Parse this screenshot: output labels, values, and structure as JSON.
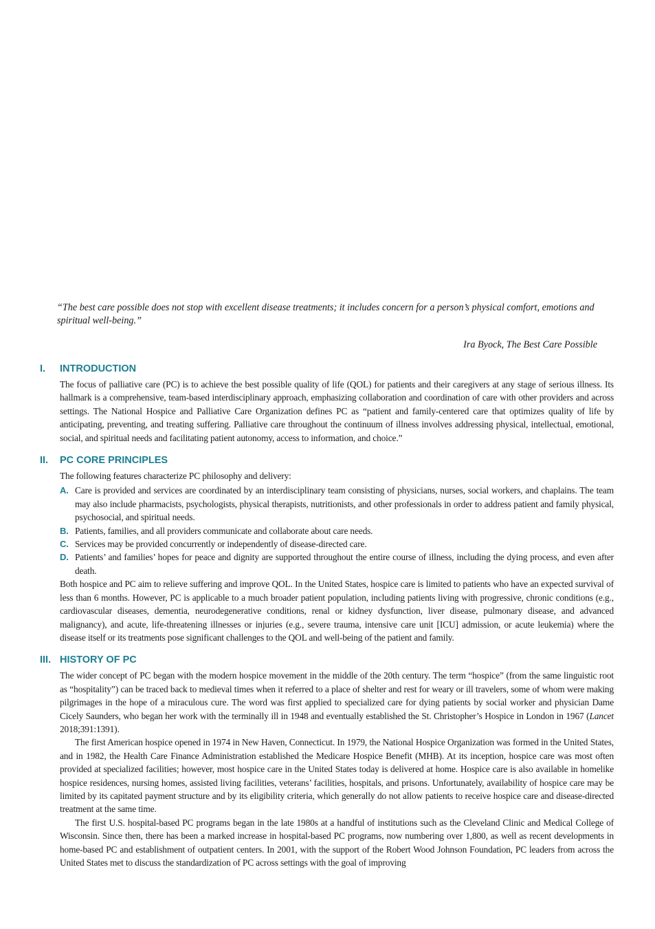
{
  "epigraph": {
    "quote": "“The best care possible does not stop with excellent disease treatments; it includes concern for a person’s physical comfort, emotions and spiritual well-being.”",
    "attribution": "Ira Byock, The Best Care Possible"
  },
  "sections": [
    {
      "number": "I.",
      "title": "INTRODUCTION",
      "paragraphs": [
        "The focus of palliative care (PC) is to achieve the best possible quality of life (QOL) for patients and their caregivers at any stage of serious illness. Its hallmark is a comprehensive, team-based interdisciplinary approach, emphasizing collaboration and coordination of care with other providers and across settings. The National Hospice and Palliative Care Organization defines PC as “patient and family-centered care that optimizes quality of life by anticipating, preventing, and treating suffering. Palliative care throughout the continuum of illness involves addressing physical, intellectual, emotional, social, and spiritual needs and facilitating patient autonomy, access to information, and choice.”"
      ]
    },
    {
      "number": "II.",
      "title": "PC CORE PRINCIPLES",
      "intro": "The following features characterize PC philosophy and delivery:",
      "items": [
        {
          "letter": "A.",
          "text": "Care is provided and services are coordinated by an interdisciplinary team consisting of physicians, nurses, social workers, and chaplains. The team may also include pharmacists, psychologists, physical therapists, nutritionists, and other professionals in order to address patient and family physical, psychosocial, and spiritual needs."
        },
        {
          "letter": "B.",
          "text": "Patients, families, and all providers communicate and collaborate about care needs."
        },
        {
          "letter": "C.",
          "text": "Services may be provided concurrently or independently of disease-directed care."
        },
        {
          "letter": "D.",
          "text": "Patients’ and families’ hopes for peace and dignity are supported throughout the entire course of illness, including the dying process, and even after death."
        }
      ],
      "closing": "Both hospice and PC aim to relieve suffering and improve QOL. In the United States, hospice care is limited to patients who have an expected survival of less than 6 months. However, PC is applicable to a much broader patient population, including patients living with progressive, chronic conditions (e.g., cardiovascular diseases, dementia, neurodegenerative conditions, renal or kidney dysfunction, liver disease, pulmonary disease, and advanced malignancy), and acute, life-threatening illnesses or injuries (e.g., severe trauma, intensive care unit [ICU] admission, or acute leukemia) where the disease itself or its treatments pose significant challenges to the QOL and well-being of the patient and family."
    },
    {
      "number": "III.",
      "title": "HISTORY OF PC",
      "p1_before": "The wider concept of PC began with the modern hospice movement in the middle of the 20th century. The term “hospice” (from the same linguistic root as “hospitality”) can be traced back to medieval times when it referred to a place of shelter and rest for weary or ill travelers, some of whom were making pilgrimages in the hope of a miraculous cure. The word was first applied to specialized care for dying patients by social worker and physician Dame Cicely Saunders, who began her work with the terminally ill in 1948 and eventually established the St. Christopher’s Hospice in London in 1967 (",
      "p1_cite": "Lancet",
      "p1_after": " 2018;391:1391).",
      "p2": "The first American hospice opened in 1974 in New Haven, Connecticut. In 1979, the National Hospice Organization was formed in the United States, and in 1982, the Health Care Finance Administration established the Medicare Hospice Benefit (MHB). At its inception, hospice care was most often provided at specialized facilities; however, most hospice care in the United States today is delivered at home. Hospice care is also available in homelike hospice residences, nursing homes, assisted living facilities, veterans’ facilities, hospitals, and prisons. Unfortunately, availability of hospice care may be limited by its capitated payment structure and by its eligibility criteria, which generally do not allow patients to receive hospice care and disease-directed treatment at the same time.",
      "p3": "The first U.S. hospital-based PC programs began in the late 1980s at a handful of institutions such as the Cleveland Clinic and Medical College of Wisconsin. Since then, there has been a marked increase in hospital-based PC programs, now numbering over 1,800, as well as recent developments in home-based PC and establishment of outpatient centers. In 2001, with the support of the Robert Wood Johnson Foundation, PC leaders from across the United States met to discuss the standardization of PC across settings with the goal of improving"
    }
  ],
  "colors": {
    "heading": "#1b7f93",
    "text": "#1a1a1a"
  }
}
